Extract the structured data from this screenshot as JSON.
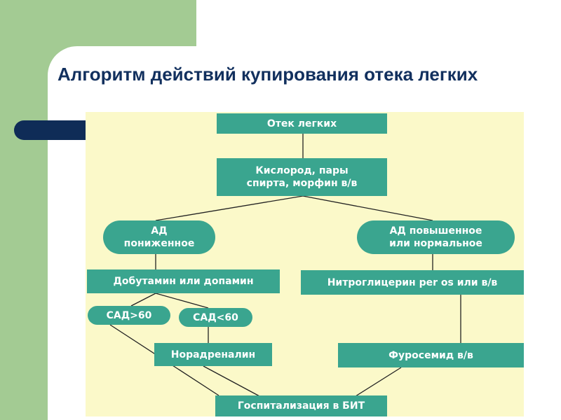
{
  "slide": {
    "title": "Алгоритм действий купирования отека легких",
    "colors": {
      "side_panel": "#a3cb93",
      "accent_bar": "#0f2c57",
      "title_text": "#12305e",
      "diagram_bg": "#fbf9c9",
      "node_fill": "#3aa58f",
      "node_text": "#ffffff",
      "connector": "#222222"
    }
  },
  "diagram": {
    "nodes": {
      "edema": "Отек легких",
      "oxygen": "Кислород, пары\nспирта, морфин в/в",
      "bp_low": "АД\nпониженное",
      "bp_high": "АД повышенное\nили нормальное",
      "dobutamine": "Добутамин или допамин",
      "nitro": "Нитроглицерин per os или в/в",
      "sbp_gt60": "САД>60",
      "sbp_lt60": "САД<60",
      "noradrenaline": "Норадреналин",
      "furosemide": "Фуросемид в/в",
      "hospital": "Госпитализация в БИТ"
    }
  }
}
